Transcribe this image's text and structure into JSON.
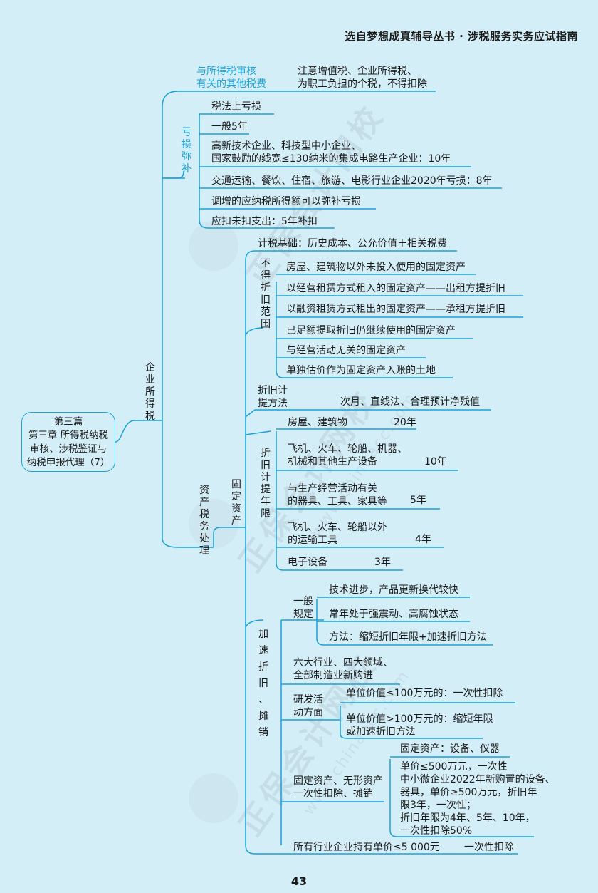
{
  "header": {
    "title": "选自梦想成真辅导丛书 · 涉税服务实务应试指南"
  },
  "page_number": "43",
  "watermark": {
    "text1": "正保会计网校",
    "text2": "www.chinaacc.com"
  },
  "root": {
    "line1": "第三篇",
    "line2": "第三章 所得税纳税",
    "line3": "审核、涉税鉴证与",
    "line4": "纳税申报代理（7）"
  },
  "branch_enterprise": {
    "label": [
      "企",
      "业",
      "所",
      "得",
      "税"
    ]
  },
  "other_taxes": {
    "label1": "与所得税审核",
    "label2": "有关的其他税费",
    "note1": "注意增值税、企业所得税、",
    "note2": "为职工负担的个税，不得扣除"
  },
  "loss": {
    "label": [
      "亏",
      "损",
      "弥",
      "补"
    ],
    "items": [
      "税法上亏损",
      "一般5年",
      "高新技术企业、科技型中小企业、",
      "国家鼓励的线宽≤130纳米的集成电路生产企业：10年",
      "交通运输、餐饮、住宿、旅游、电影行业企业2020年亏损：8年",
      "调增的应纳税所得额可以弥补亏损",
      "应扣未扣支出：5年补扣"
    ]
  },
  "asset": {
    "label": [
      "资",
      "产",
      "税",
      "务",
      "处",
      "理"
    ],
    "fixed_label": [
      "固",
      "定",
      "资",
      "产"
    ],
    "basis": "计税基础：历史成本、公允价值＋相关税费",
    "no_dep_label": [
      "不",
      "得",
      "折",
      "旧",
      "范",
      "围"
    ],
    "no_dep_items": [
      "房屋、建筑物以外未投入使用的固定资产",
      "以经营租赁方式租入的固定资产——出租方提折旧",
      "以融资租赁方式租出的固定资产——承租方提折旧",
      "已足额提取折旧仍继续使用的固定资产",
      "与经营活动无关的固定资产",
      "单独估价作为固定资产入账的土地"
    ],
    "method_label1": "折旧计",
    "method_label2": "提方法",
    "method_value": "次月、直线法、合理预计净残值",
    "years_label": [
      "折",
      "旧",
      "计",
      "提",
      "年",
      "限"
    ],
    "years": [
      {
        "a": "房屋、建筑物",
        "b": "",
        "yr": "20年"
      },
      {
        "a": "飞机、火车、轮船、机器、",
        "b": "机械和其他生产设备",
        "yr": "10年"
      },
      {
        "a": "与生产经营活动有关",
        "b": "的器具、工具、家具等",
        "yr": "5年"
      },
      {
        "a": "飞机、火车、轮船以外",
        "b": "的运输工具",
        "yr": "4年"
      },
      {
        "a": "电子设备",
        "b": "",
        "yr": "3年"
      }
    ],
    "accel_label": [
      "加",
      "速",
      "折",
      "旧",
      "、",
      "摊",
      "销"
    ],
    "general_label1": "一般",
    "general_label2": "规定",
    "general_items": [
      "技术进步，产品更新换代较快",
      "常年处于强震动、高腐蚀状态",
      "方法：缩短折旧年限+加速折旧方法"
    ],
    "six_industries1": "六大行业、四大领域、",
    "six_industries2": "全部制造业新购进",
    "rd_label1": "研发活",
    "rd_label2": "动方面",
    "rd_item1": "单位价值≤100万元的：一次性扣除",
    "rd_item2a": "单位价值>100万元的：缩短年限",
    "rd_item2b": "或加速折旧方法",
    "once_label1": "固定资产、无形资产",
    "once_label2": "一次性扣除、摊销",
    "once_fixed": "固定资产：设备、仪器",
    "once_detail": [
      "单价≤500万元，一次性",
      "中小微企业2022年新购置的设备、",
      "器具，单价≥500万元，折旧年",
      "限3年，一次性；",
      "折旧年限为4年、5年、10年，",
      "一次性扣除50%"
    ],
    "all_industries": "所有行业企业持有单价≤5 000元",
    "all_industries_value": "一次性扣除"
  }
}
